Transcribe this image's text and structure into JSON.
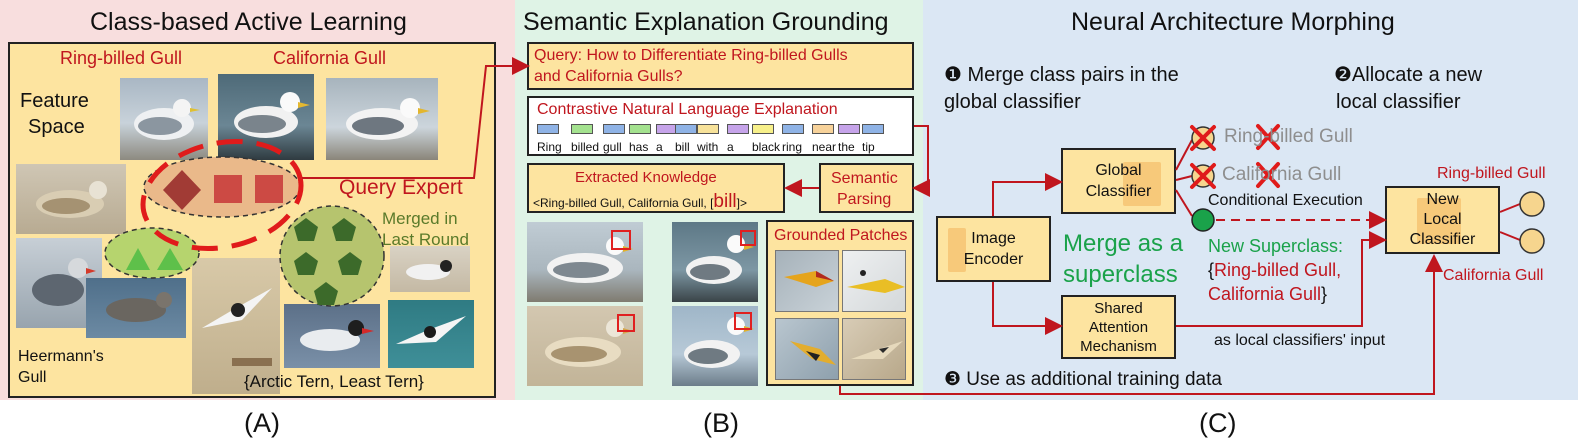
{
  "panel_a": {
    "title": "Class-based Active Learning",
    "label": "(A)",
    "ring_billed_label": "Ring-billed Gull",
    "california_label": "California Gull",
    "feature_space_line1": "Feature",
    "feature_space_line2": "Space",
    "query_expert": "Query Expert",
    "merged_line1": "Merged in",
    "merged_line2": "Last Round",
    "heermann_line1": "Heermann's",
    "heermann_line2": "Gull",
    "tern_set": "{Arctic Tern, Least Tern}"
  },
  "panel_b": {
    "title": "Semantic Explanation Grounding",
    "label": "(B)",
    "query_line1": "Query: How to Differentiate Ring-billed Gulls",
    "query_line2": "and California Gulls?",
    "explanation_title": "Contrastive Natural Language Explanation",
    "tokens": [
      "Ring",
      "billed",
      "gull",
      "has",
      "a",
      "bill",
      "with",
      "a",
      "black",
      "ring",
      "near",
      "the",
      "tip"
    ],
    "knowledge_title": "Extracted Knowledge",
    "knowledge_text_prefix": "<Ring-billed Gull, California Gull, [",
    "knowledge_text_emph": "bill",
    "knowledge_text_suffix": "]>",
    "semantic_line1": "Semantic",
    "semantic_line2": "Parsing",
    "grounded_title": "Grounded Patches"
  },
  "panel_c": {
    "title": "Neural Architecture Morphing",
    "label": "(C)",
    "step1_line1": "❶ Merge class pairs in the",
    "step1_line2": "global classifier",
    "step2_line1": "❷Allocate a new",
    "step2_line2": "local classifier",
    "step3": "❸ Use as additional training data",
    "image_encoder_line1": "Image",
    "image_encoder_line2": "Encoder",
    "global_line1": "Global",
    "global_line2": "Classifier",
    "shared_line1": "Shared",
    "shared_line2": "Attention",
    "shared_line3": "Mechanism",
    "new_local_line1": "New",
    "new_local_line2": "Local",
    "new_local_line3": "Classifier",
    "ring_billed_struck": "Ring-billed Gull",
    "california_struck": "California Gull",
    "conditional": "Conditional Execution",
    "merge_line1": "Merge as a",
    "merge_line2": "superclass",
    "superclass_title": "New Superclass:",
    "superclass_open": "{",
    "superclass_name1": "Ring-billed Gull,",
    "superclass_name2": "California Gull",
    "superclass_close": "}",
    "local_input": "as local classifiers' input",
    "out_ring": "Ring-billed Gull",
    "out_california": "California Gull"
  },
  "colors": {
    "panel_a_bg": "#f8dede",
    "panel_b_bg": "#dff3e6",
    "panel_c_bg": "#dbe7f4",
    "box_fill": "#fde4a0",
    "accent_red": "#c0161e",
    "accent_green": "#1aa24a"
  }
}
